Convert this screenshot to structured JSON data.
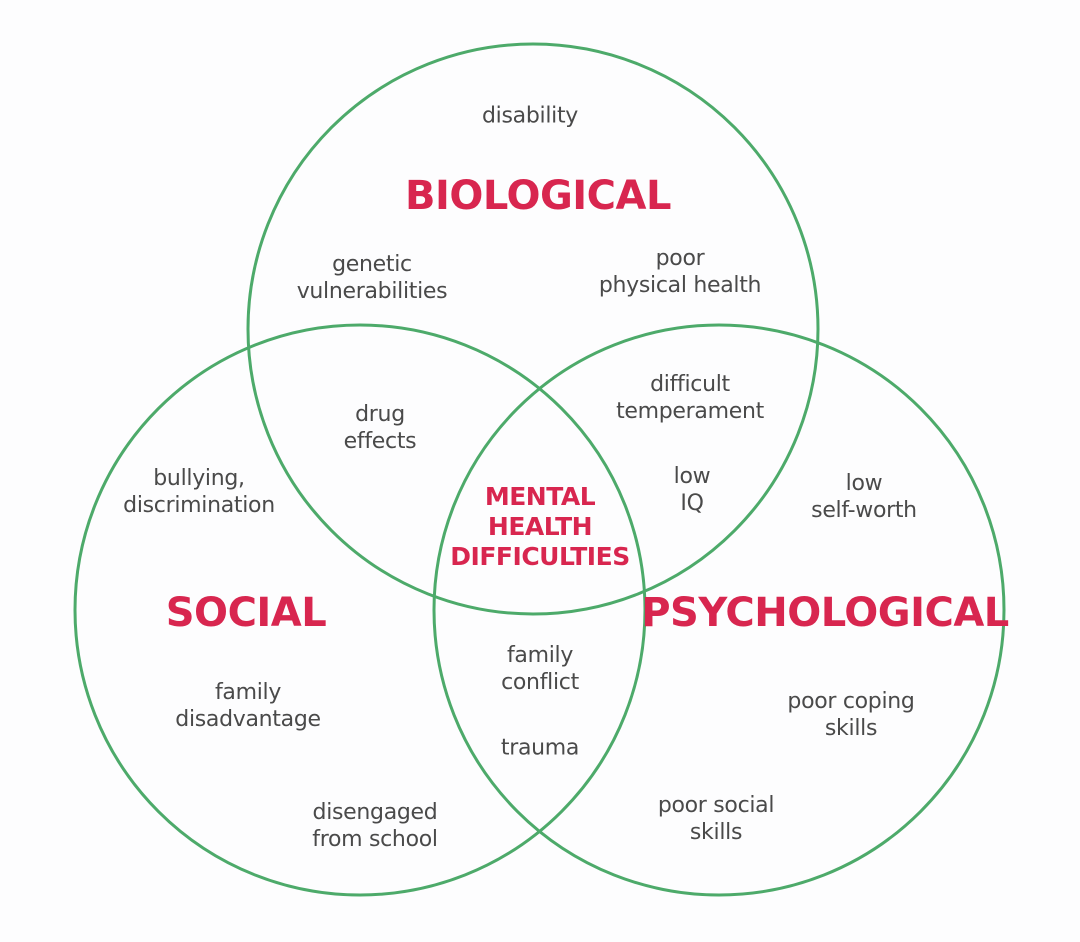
{
  "colors": {
    "circle_stroke": "#4daa6a",
    "title": "#d8264f",
    "text": "#4a4a4a"
  },
  "circles": {
    "biological": "BIOLOGICAL",
    "social": "SOCIAL",
    "psychological": "PSYCHOLOGICAL"
  },
  "center": {
    "line1": "MENTAL",
    "line2": "HEALTH",
    "line3": "DIFFICULTIES"
  },
  "biological": {
    "disability": "disability",
    "genetic": [
      "genetic",
      "vulnerabilities"
    ],
    "physical": [
      "poor",
      "physical health"
    ]
  },
  "bio_social": {
    "drug": [
      "drug",
      "effects"
    ]
  },
  "bio_psych": {
    "temperament": [
      "difficult",
      "temperament"
    ],
    "iq": [
      "low",
      "IQ"
    ]
  },
  "social": {
    "bullying": [
      "bullying,",
      "discrimination"
    ],
    "family": [
      "family",
      "disadvantage"
    ],
    "school": [
      "disengaged",
      "from school"
    ]
  },
  "social_psych": {
    "conflict": [
      "family",
      "conflict"
    ],
    "trauma": "trauma"
  },
  "psychological": {
    "selfworth": [
      "low",
      "self-worth"
    ],
    "coping": [
      "poor coping",
      "skills"
    ],
    "socialskills": [
      "poor social",
      "skills"
    ]
  }
}
